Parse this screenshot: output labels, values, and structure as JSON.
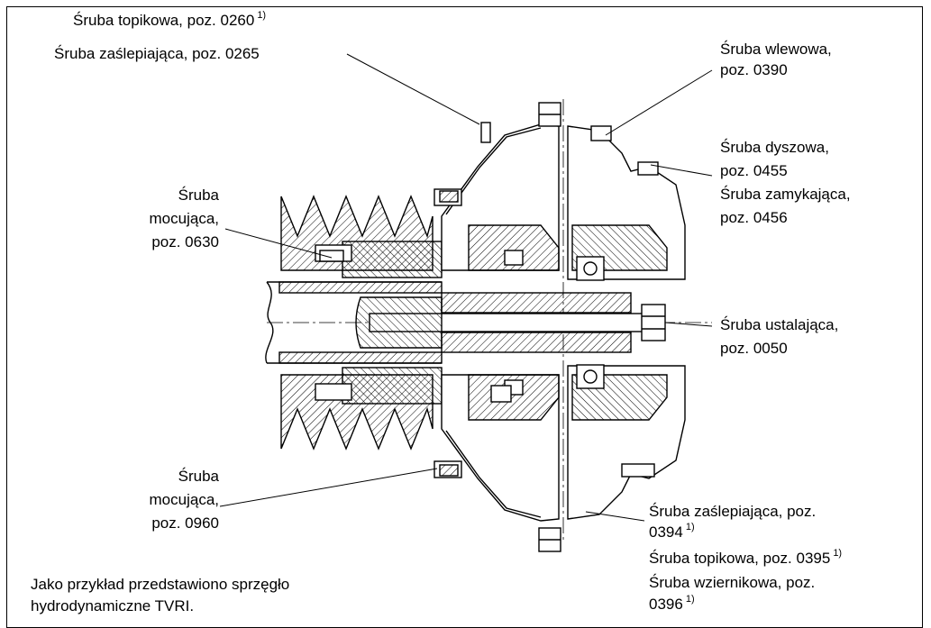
{
  "labels": {
    "topikowa_0260": "Śruba topikowa, poz. 0260",
    "zaslepiajaca_0265": "Śruba zaślepiająca, poz. 0265",
    "wlewowa_1": "Śruba wlewowa,",
    "wlewowa_2": "poz. 0390",
    "dyszowa_1": "Śruba dyszowa,",
    "dyszowa_2": "poz. 0455",
    "zamykajaca_1": "Śruba zamykająca,",
    "zamykajaca_2": "poz. 0456",
    "mocujaca630_1": "Śruba",
    "mocujaca630_2": "mocująca,",
    "mocujaca630_3": "poz. 0630",
    "ustalajaca_1": "Śruba ustalająca,",
    "ustalajaca_2": "poz. 0050",
    "mocujaca960_1": "Śruba",
    "mocujaca960_2": "mocująca,",
    "mocujaca960_3": "poz. 0960",
    "zaslepiajaca_0394_1": "Śruba zaślepiająca, poz.",
    "zaslepiajaca_0394_2": "0394",
    "topikowa_0395": "Śruba topikowa, poz. 0395",
    "wziernikowa_1": "Śruba wziernikowa, poz.",
    "wziernikowa_2": "0396",
    "footnote_mark": "1)",
    "caption_1": "Jako przykład przedstawiono sprzęgło",
    "caption_2": "hydrodynamiczne TVRI."
  }
}
